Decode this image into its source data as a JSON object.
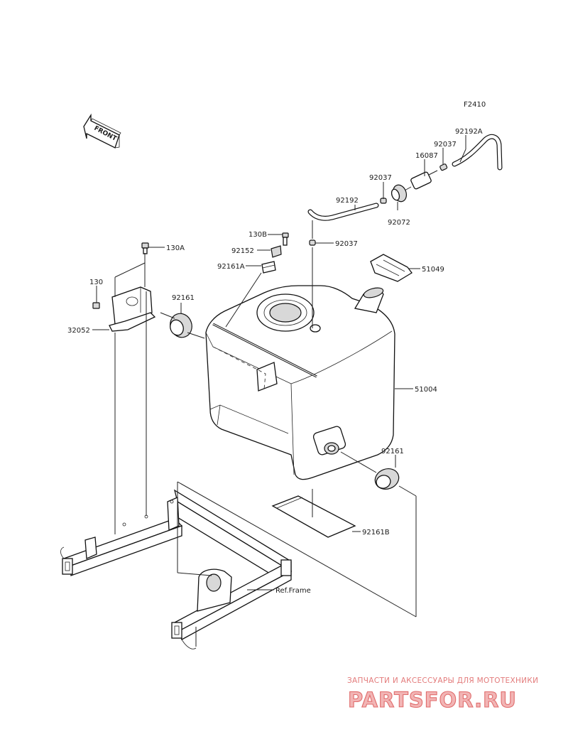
{
  "diagram": {
    "code": "F2410",
    "front_arrow_label": "FRONT",
    "labels": {
      "p92192A": "92192A",
      "p92037_a": "92037",
      "p16087": "16087",
      "p92037_b": "92037",
      "p92192": "92192",
      "p92072": "92072",
      "p130B": "130B",
      "p92037_c": "92037",
      "p92152": "92152",
      "p130A": "130A",
      "p92161A": "92161A",
      "p51049": "51049",
      "p130": "130",
      "p92161_left": "92161",
      "p32052": "32052",
      "p51004": "51004",
      "p92161_right": "92161",
      "p92161B": "92161B",
      "ref_frame": "Ref.Frame"
    }
  },
  "watermark": {
    "tagline": "ЗАПЧАСТИ И АКСЕССУАРЫ ДЛЯ МОТОТЕХНИКИ",
    "brand": "PARTSFOR.RU"
  }
}
